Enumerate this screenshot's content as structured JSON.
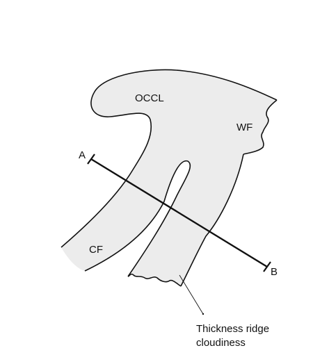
{
  "diagram": {
    "labels": {
      "occl": "OCCL",
      "wf": "WF",
      "cf": "CF",
      "a": "A",
      "b": "B"
    },
    "annotation": {
      "line1": "Thickness ridge",
      "line2": "cloudiness"
    },
    "colors": {
      "cloud_fill": "#ececec",
      "outline": "#111111",
      "background": "#ffffff"
    }
  }
}
